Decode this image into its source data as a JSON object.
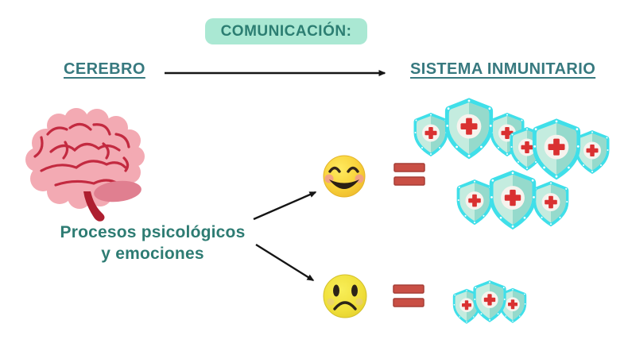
{
  "title": "COMUNICACIÓN:",
  "headings": {
    "left": "CEREBRO",
    "right": "SISTEMA INMUNITARIO"
  },
  "label": {
    "line1": "Procesos psicológicos",
    "line2": "y emociones"
  },
  "icons": {
    "brain": "brain-illustration",
    "happy": "happy-face-emoji",
    "sad": "sad-face-emoji",
    "shield": "medical-shield-icon",
    "equals": "equals-sign",
    "arrow": "black-arrow"
  },
  "groups": {
    "happy": {
      "emoji": "happy-face",
      "shield_count": 9
    },
    "sad": {
      "emoji": "sad-face",
      "shield_count": 3
    }
  },
  "colors": {
    "background": "#ffffff",
    "title_bg": "#aae8d3",
    "title_text": "#2c7e72",
    "heading_text": "#37797f",
    "label_text": "#2e7c73",
    "arrow": "#151515",
    "equals_fill": "#c94f45",
    "equals_border": "#a53e36",
    "shield_outer": "#3fdfe9",
    "shield_inner": "#c4ecdf",
    "shield_inner_shade": "#95dacc",
    "shield_circle": "#f7f3ee",
    "cross_red": "#d93131",
    "brain_pink": "#f3aab3",
    "brain_lines": "#c32a40",
    "brain_stem": "#ae1f30",
    "cerebellum": "#e07f90",
    "happy_yellow": "#f6cf35",
    "sad_yellow": "#e9d832"
  }
}
